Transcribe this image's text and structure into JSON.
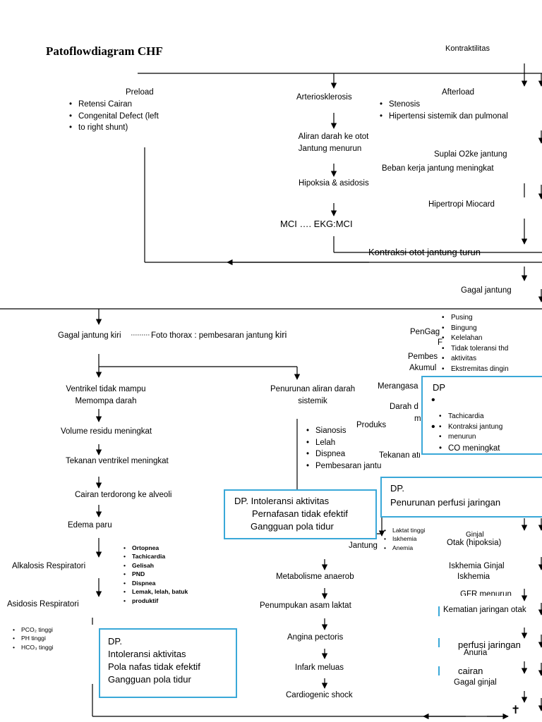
{
  "title": "Patoflowdiagram CHF",
  "top": {
    "kontraktilitas": "Kontraktilitas",
    "preload": "Preload",
    "preload_items": [
      "Retensi Cairan",
      "Congenital Defect (left",
      "to right shunt)"
    ],
    "arteriosklerosis": "Arteriosklerosis",
    "aliran_1": "Aliran darah ke otot",
    "aliran_2": "Jantung menurun",
    "hipoksia": "Hipoksia & asidosis",
    "mci": "MCI …. EKG:MCI",
    "afterload": "Afterload",
    "afterload_items": [
      "Stenosis",
      "Hipertensi sistemik dan pulmonal"
    ],
    "suplai": "Suplai O2ke jantung",
    "beban": "Beban kerja jantung meningkat",
    "hipertropi": "Hipertropi Miocard",
    "kontraksi_turun": "Kontraksi otot jantung turun",
    "gagal_jantung": "Gagal jantung"
  },
  "left": {
    "gagal_kiri": "Gagal jantung kiri",
    "foto": "Foto thorax : pembesaran jantung",
    "foto_kiri": "kiri",
    "ventrikel_1": "Ventrikel tidak mampu",
    "ventrikel_2": "Memompa darah",
    "volume": "Volume residu meningkat",
    "tekanan": "Tekanan ventrikel meningkat",
    "cairan": "Cairan terdorong ke alveoli",
    "edema": "Edema paru",
    "alkalosis": "Alkalosis Respiratori",
    "asidosis": "Asidosis  Respiratori",
    "gejala": [
      "Ortopnea",
      "Tachicardia",
      "Gelisah",
      "PND",
      "Dispnea",
      "Lemak, lelah, batuk",
      "produktif"
    ],
    "lab": [
      "PCO₂ tinggi",
      "PH tinggi",
      "HCO₃ tinggi"
    ]
  },
  "middle": {
    "penurunan_1": "Penurunan aliran darah",
    "penurunan_2": "sistemik",
    "gejala": [
      "Sianosis",
      "Lelah",
      "Dispnea",
      "Pembesaran jantung"
    ],
    "jantung": "Jantung",
    "laktat": [
      "Laktat tinggi",
      "Iskhemia",
      "Anemia"
    ],
    "metabolisme": "Metabolisme anaerob",
    "penumpukan": "Penumpukan asam laktat",
    "angina": "Angina pectoris",
    "infark": "Infark meluas",
    "cardiogenic": "Cardiogenic shock"
  },
  "right": {
    "pengagalan": "PenGag",
    "pengagalan_2": "F",
    "pembes": "Pembes",
    "akumul": "Akumul",
    "merangsa": "Merangasa",
    "darah": "Darah d",
    "darah_2": "m",
    "produks": "Produks",
    "tekanan_atrium": "Tekanan atrium",
    "gejala_top": [
      "Pusing",
      "Bingung",
      "Kelelahan",
      "Tidak toleransi thd",
      "aktivitas",
      "Ekstremitas dingin"
    ],
    "gejala_mid": [
      "Tachicardia",
      "Kontraksi jantung",
      "menurun"
    ],
    "co": "CO meningkat",
    "ginjal": "Ginjal",
    "otak": "Otak (hipoksia)",
    "iskhemia_ginjal": "Iskhemia Ginjal",
    "iskhemia": "Iskhemia",
    "gfr": "GFR menurun",
    "kematian": "Kematian jaringan otak",
    "perfusi": "perfusi jaringan",
    "anuria": "Anuria",
    "cairan": "cairan",
    "gagal_ginjal": "Gagal ginjal",
    "cross": "✝"
  },
  "boxes": {
    "dp_top": "DP",
    "dp_perfusi_1": "DP.",
    "dp_perfusi_2": "Penurunan perfusi jaringan",
    "dp_mid_1": "DP. Intoleransi aktivitas",
    "dp_mid_2": "Pernafasan tidak efektif",
    "dp_mid_3": "Gangguan pola tidur",
    "dp_bot_1": "DP.",
    "dp_bot_2": "Intoleransi aktivitas",
    "dp_bot_3": "Pola nafas tidak efektif",
    "dp_bot_4": "Gangguan pola tidur"
  }
}
